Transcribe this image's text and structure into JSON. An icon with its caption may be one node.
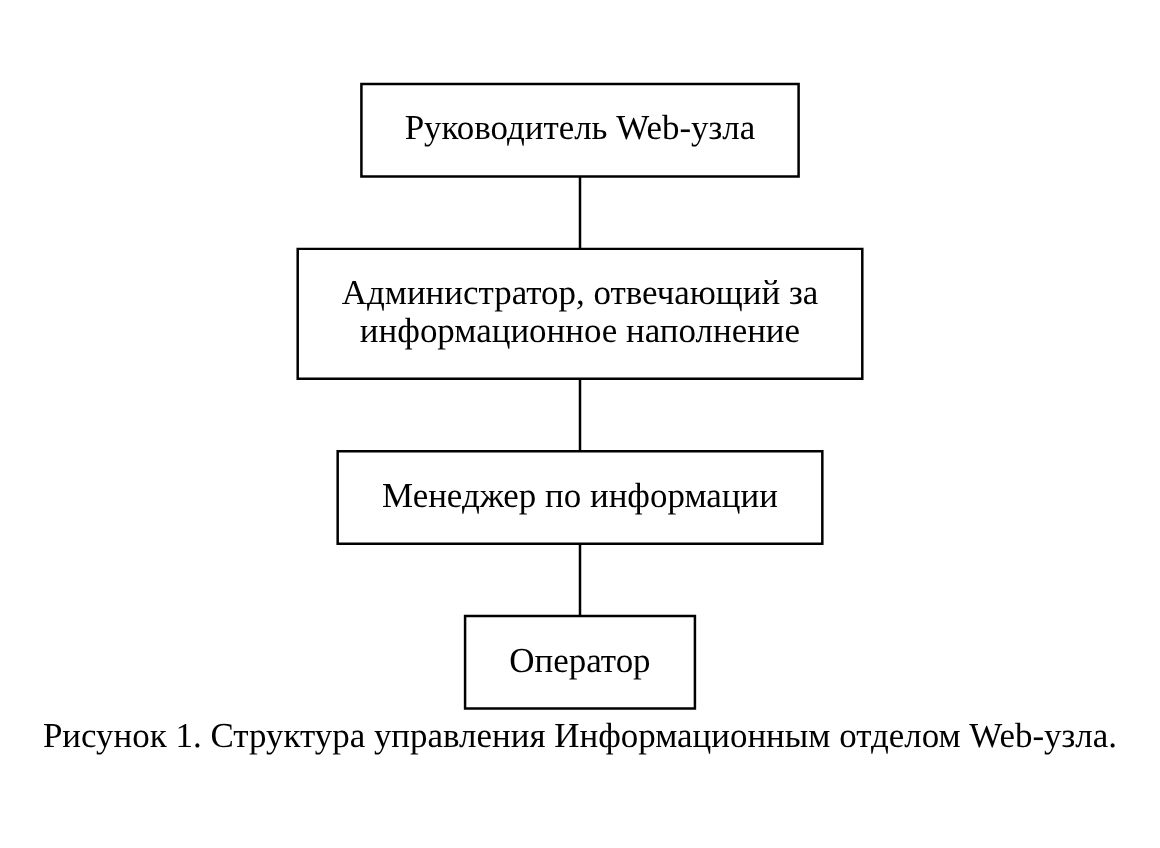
{
  "diagram": {
    "caption": "Рисунок 1. Структура управления Информационным отделом Web-узла.",
    "nodes": [
      {
        "text": [
          "Руководитель Web-узла"
        ]
      },
      {
        "text": [
          "Администратор, отвечающий за информационное наполнение"
        ]
      },
      {
        "text": [
          "Менеджер по информации"
        ]
      },
      {
        "text": [
          "Оператор"
        ]
      }
    ],
    "edges": [
      {
        "from": 0,
        "to": 1,
        "arrow": "none"
      },
      {
        "from": 1,
        "to": 2,
        "arrow": "none"
      },
      {
        "from": 2,
        "to": 3,
        "arrow": "none"
      }
    ]
  }
}
